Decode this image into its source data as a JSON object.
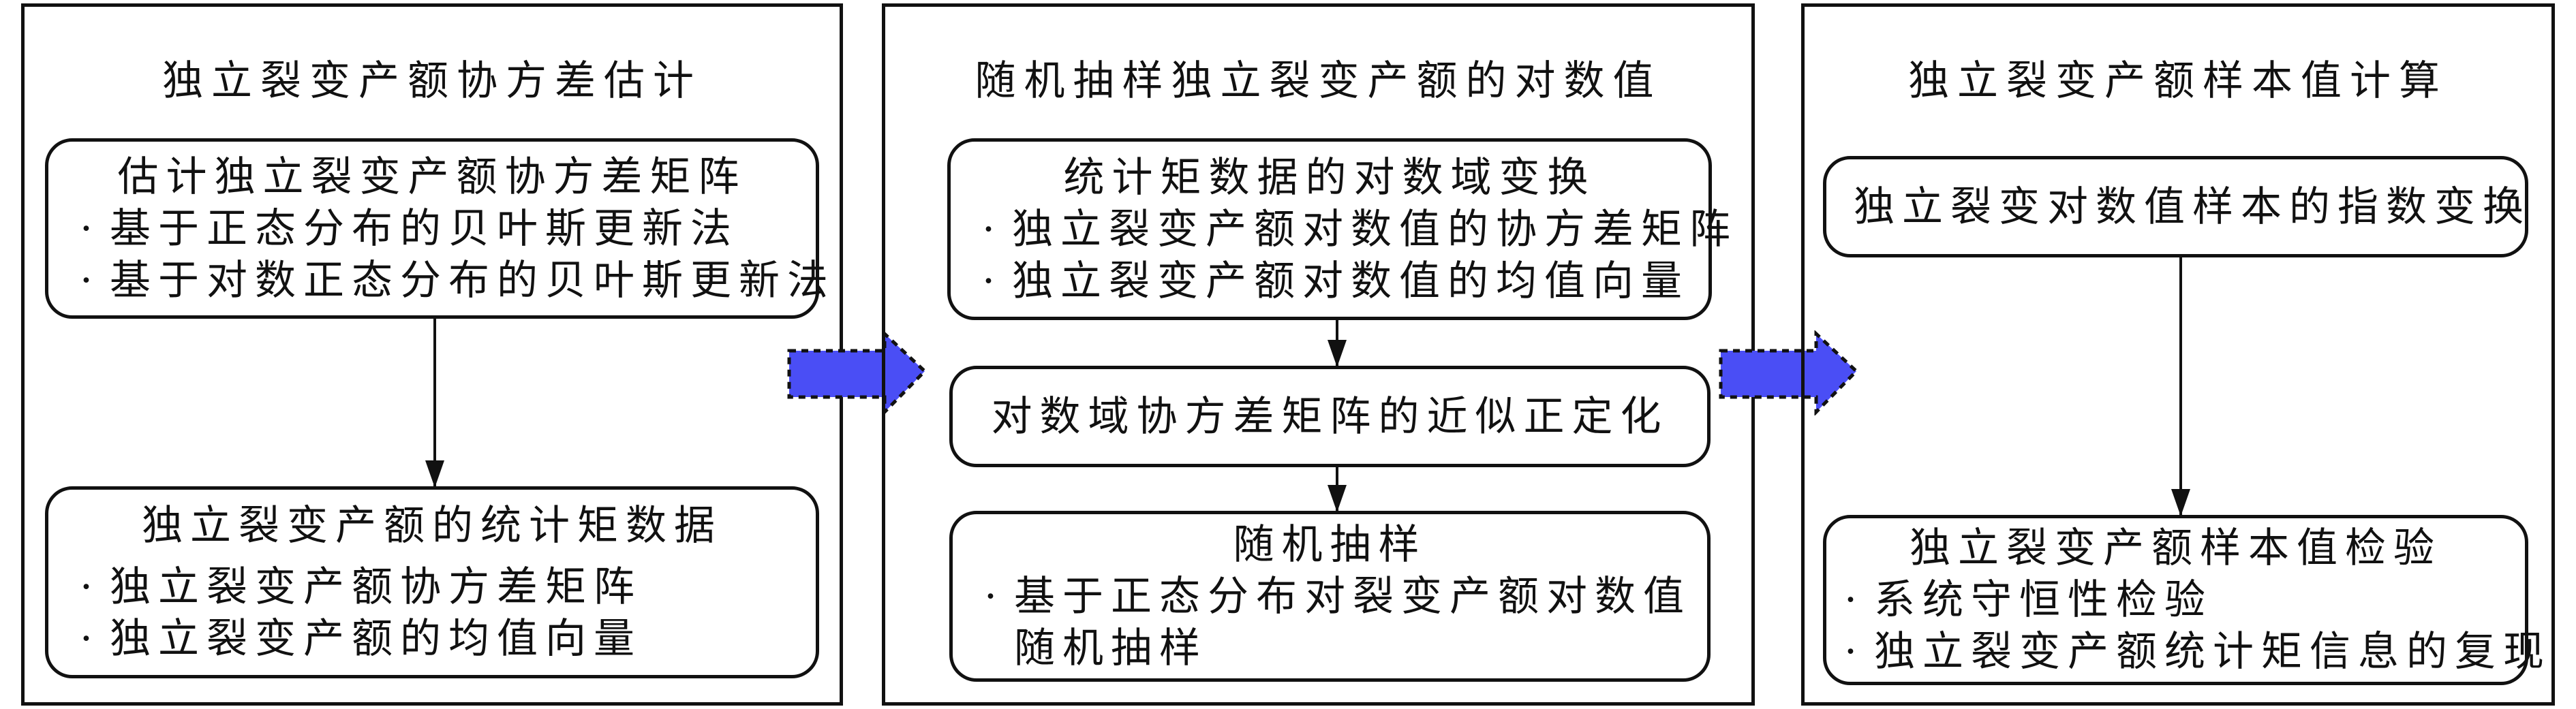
{
  "accent_color": "#4a4ef5",
  "panels": [
    {
      "title": "独立裂变产额协方差估计",
      "boxes": [
        {
          "title": "估计独立裂变产额协方差矩阵",
          "bullets": [
            "基于正态分布的贝叶斯更新法",
            "基于对数正态分布的贝叶斯更新法"
          ]
        },
        {
          "title": "独立裂变产额的统计矩数据",
          "bullets": [
            "独立裂变产额协方差矩阵",
            "独立裂变产额的均值向量"
          ]
        }
      ]
    },
    {
      "title": "随机抽样独立裂变产额的对数值",
      "boxes": [
        {
          "title": "统计矩数据的对数域变换",
          "bullets": [
            "独立裂变产额对数值的协方差矩阵",
            "独立裂变产额对数值的均值向量"
          ]
        },
        {
          "title": "对数域协方差矩阵的近似正定化"
        },
        {
          "title": "随机抽样",
          "bullets": [
            "基于正态分布对裂变产额对数值"
          ],
          "continuation": "随机抽样"
        }
      ]
    },
    {
      "title": "独立裂变产额样本值计算",
      "boxes": [
        {
          "title": "独立裂变对数值样本的指数变换"
        },
        {
          "title": "独立裂变产额样本值检验",
          "bullets": [
            "系统守恒性检验",
            "独立裂变产额统计矩信息的复现"
          ]
        }
      ]
    }
  ]
}
